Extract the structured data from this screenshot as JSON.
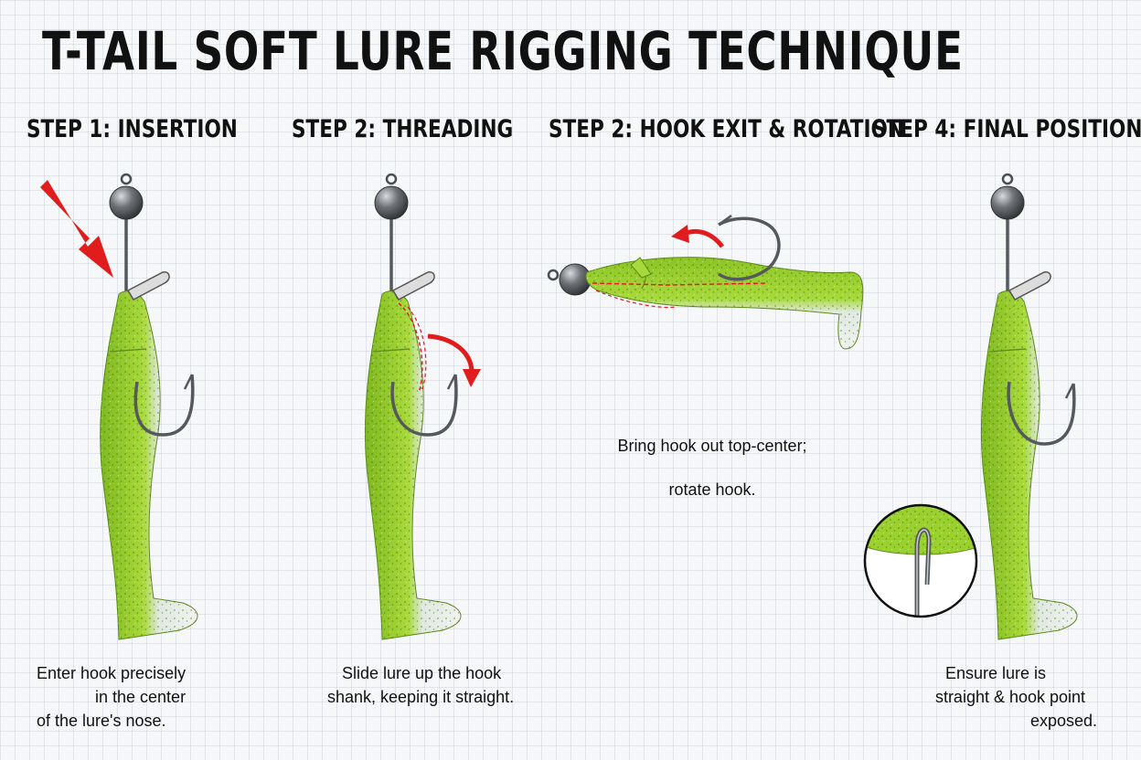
{
  "title": "T-TAIL SOFT LURE RIGGING TECHNIQUE",
  "steps": [
    {
      "heading": "STEP 1: INSERTION",
      "caption": [
        "Enter hook precisely",
        "in the center",
        "of the lure's nose."
      ]
    },
    {
      "heading": "STEP 2: THREADING",
      "caption": [
        "Slide lure up the hook",
        "shank, keeping it straight."
      ]
    },
    {
      "heading": "STEP 2: HOOK EXIT & ROTATION",
      "caption": [
        "Bring hook out top-center;",
        "rotate hook."
      ]
    },
    {
      "heading": "STEP 4: FINAL POSITION",
      "caption": [
        "Ensure lure is",
        "straight & hook point",
        "exposed."
      ]
    }
  ],
  "colors": {
    "lure_green": "#9bd12e",
    "lure_belly": "#dfe7e3",
    "arrow_red": "#e01c1c",
    "metal": "#5c5f63"
  }
}
